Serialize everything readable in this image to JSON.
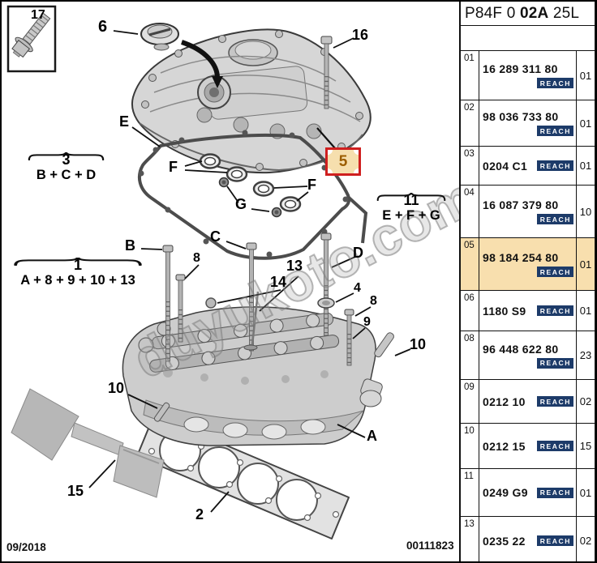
{
  "header": {
    "title_prefix": "P84F 0 ",
    "title_bold": "02A",
    "title_suffix": " 25L"
  },
  "footer": {
    "date": "09/2018",
    "doc_number": "00111823"
  },
  "watermark": "duyukoto.com",
  "colors": {
    "highlight": "#f8dfae",
    "reach_badge": "#1d3b69",
    "selection_red": "#cf1f1f"
  },
  "diagram": {
    "inset": {
      "label": "17"
    },
    "callouts": {
      "n2": "2",
      "n4": "4",
      "n5": "5",
      "n6": "6",
      "n8": "8",
      "n9": "9",
      "n10": "10",
      "n13": "13",
      "n14": "14",
      "n15": "15",
      "n16": "16",
      "lA": "A",
      "lB": "B",
      "lC": "C",
      "lD": "D",
      "lE": "E",
      "lF": "F",
      "lG": "G"
    },
    "formulas": {
      "f3": {
        "num": "3",
        "expr": "B + C + D"
      },
      "f1": {
        "num": "1",
        "expr": "A + 8 + 9 + 10 + 13"
      },
      "f11": {
        "num": "11",
        "expr": "E + F + G"
      }
    }
  },
  "table": {
    "rows": [
      {
        "ref": "01",
        "part": "16 289 311 80",
        "qty": "01",
        "reach": "REACH",
        "two_line": true,
        "highlighted": false
      },
      {
        "ref": "02",
        "part": "98 036 733 80",
        "qty": "01",
        "reach": "REACH",
        "two_line": true,
        "highlighted": false
      },
      {
        "ref": "03",
        "part": "0204 C1",
        "qty": "01",
        "reach": "REACH",
        "two_line": false,
        "highlighted": false
      },
      {
        "ref": "04",
        "part": "16 087 379 80",
        "qty": "10",
        "reach": "REACH",
        "two_line": true,
        "highlighted": false
      },
      {
        "ref": "05",
        "part": "98 184 254 80",
        "qty": "01",
        "reach": "REACH",
        "two_line": true,
        "highlighted": true
      },
      {
        "ref": "06",
        "part": "1180 S9",
        "qty": "01",
        "reach": "REACH",
        "two_line": false,
        "highlighted": false
      },
      {
        "ref": "08",
        "part": "96 448 622 80",
        "qty": "23",
        "reach": "REACH",
        "two_line": true,
        "highlighted": false
      },
      {
        "ref": "09",
        "part": "0212 10",
        "qty": "02",
        "reach": "REACH",
        "two_line": false,
        "highlighted": false
      },
      {
        "ref": "10",
        "part": "0212 15",
        "qty": "15",
        "reach": "REACH",
        "two_line": false,
        "highlighted": false
      },
      {
        "ref": "11",
        "part": "0249 G9",
        "qty": "01",
        "reach": "REACH",
        "two_line": false,
        "highlighted": false
      },
      {
        "ref": "13",
        "part": "0235 22",
        "qty": "02",
        "reach": "REACH",
        "two_line": false,
        "highlighted": false
      }
    ]
  }
}
